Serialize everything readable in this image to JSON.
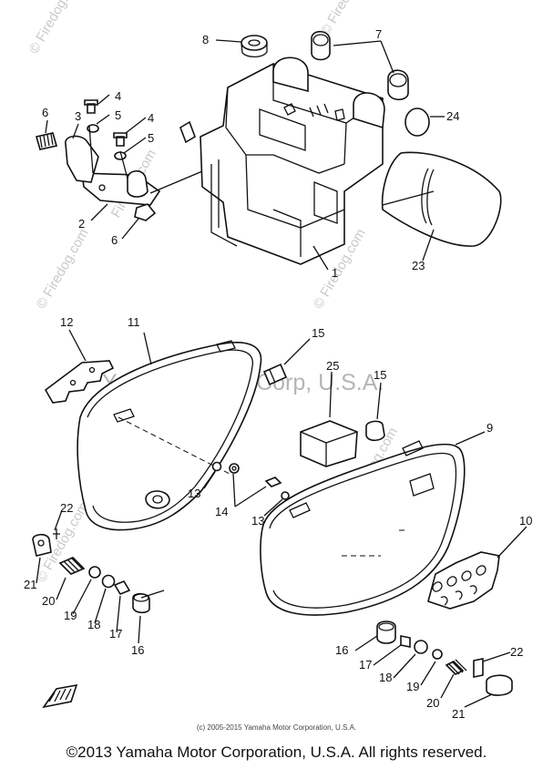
{
  "callouts": [
    "1",
    "2",
    "3",
    "4",
    "4",
    "5",
    "5",
    "6",
    "6",
    "7",
    "8",
    "9",
    "10",
    "11",
    "12",
    "13",
    "13",
    "14",
    "15",
    "15",
    "16",
    "16",
    "17",
    "17",
    "18",
    "18",
    "19",
    "19",
    "20",
    "20",
    "21",
    "21",
    "22",
    "22",
    "23",
    "24",
    "25"
  ],
  "watermarks": {
    "center": "Yamaha Motor Corp, U.S.A.",
    "site": "© Firedog.com",
    "site_short": "Firedog.com"
  },
  "credit_small": "(c) 2005-2015 Yamaha Motor Corporation, U.S.A.",
  "copyright": "©2013 Yamaha Motor Corporation, U.S.A. All rights reserved."
}
